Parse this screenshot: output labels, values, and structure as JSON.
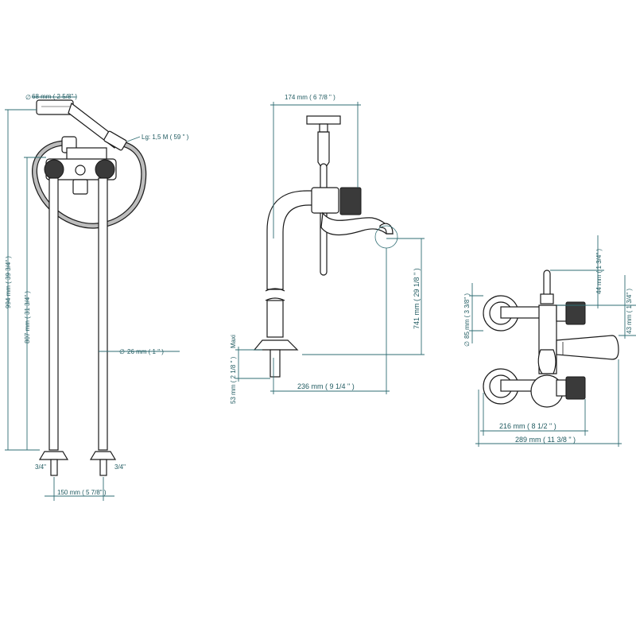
{
  "drawing": {
    "colors": {
      "object_line": "#1a1a1a",
      "dimension_line": "#2f6d73",
      "dimension_text": "#1f5a60",
      "knob_fill": "#3a3a3a"
    },
    "view_freestanding": {
      "diam_handshower": "68 mm ( 2 5/8\" )",
      "hose_length": "Lg: 1,5 M ( 59 \" )",
      "height_total": "994 mm ( 39 3/4\" )",
      "height_to_body": "807 mm ( 31 3/4\" )",
      "diam_pipe": "26 mm ( 1 \" )",
      "thread_left": "3/4\"",
      "thread_right": "3/4\"",
      "spacing": "150 mm ( 5 7/8\" )"
    },
    "view_side": {
      "width_top": "174 mm ( 6 7/8 \" )",
      "height_spout": "741 mm ( 29 1/8 \" )",
      "reach": "236 mm ( 9 1/4 \" )",
      "base_height": "53 mm ( 2 1/8 \" )",
      "base_height_note": "Maxi"
    },
    "view_wall": {
      "diam_flange": "85 mm ( 3 3/8\" )",
      "height_upper": "44 mm ( 1 3/4\" )",
      "height_lower": "43 mm ( 1 3/4\" )",
      "width_inner": "216 mm ( 8 1/2 \" )",
      "width_outer": "289 mm ( 11 3/8 \" )"
    },
    "symbol_diameter": "∅"
  }
}
